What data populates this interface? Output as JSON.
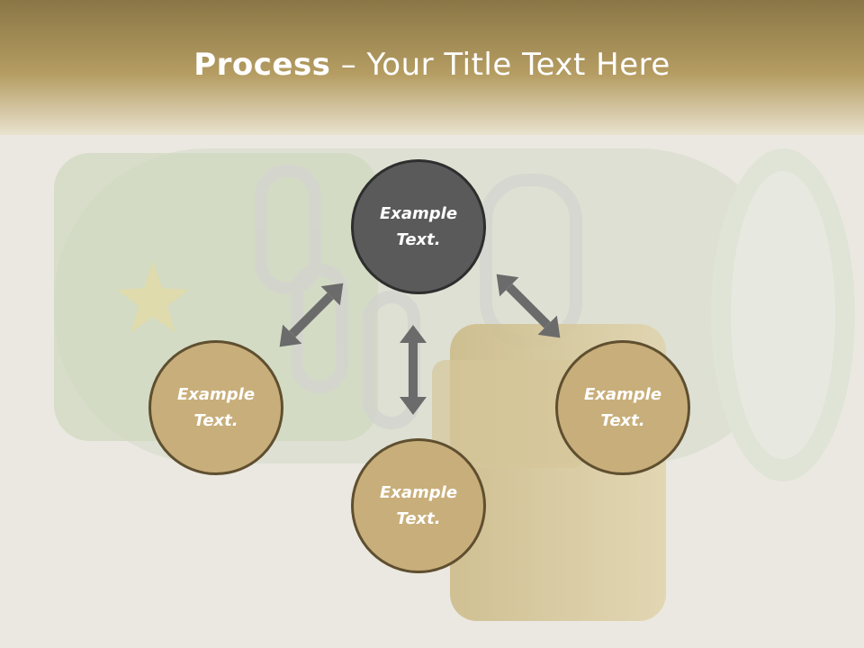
{
  "title": {
    "bold": "Process",
    "rest": " – Your Title Text Here"
  },
  "nodes": [
    {
      "id": "top",
      "text": "Example Text."
    },
    {
      "id": "left",
      "text": "Example Text."
    },
    {
      "id": "right",
      "text": "Example Text."
    },
    {
      "id": "bottom",
      "text": "Example Text."
    }
  ],
  "colors": {
    "header": "#b09a60",
    "node_dark": "#5a5a5a",
    "node_tan": "#c8ae7a",
    "arrow": "#6b6b6b"
  }
}
